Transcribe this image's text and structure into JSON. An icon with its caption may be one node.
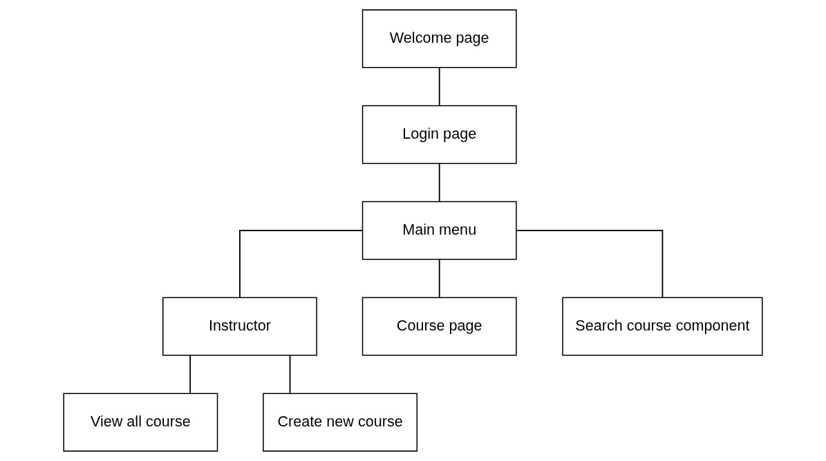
{
  "diagram": {
    "nodes": [
      {
        "text": [
          "Welcome page"
        ]
      },
      {
        "text": [
          "Login page"
        ]
      },
      {
        "text": [
          "Main menu"
        ]
      },
      {
        "text": [
          "Instructor"
        ]
      },
      {
        "text": [
          "Course page"
        ]
      },
      {
        "text": [
          "Search course component"
        ]
      },
      {
        "text": [
          "View all course"
        ]
      },
      {
        "text": [
          "Create new course"
        ]
      }
    ],
    "edges": [
      {
        "from": 0,
        "to": 1,
        "arrow": "none"
      },
      {
        "from": 1,
        "to": 2,
        "arrow": "none"
      },
      {
        "from": 2,
        "to": 3,
        "arrow": "none"
      },
      {
        "from": 2,
        "to": 4,
        "arrow": "none"
      },
      {
        "from": 2,
        "to": 5,
        "arrow": "none"
      },
      {
        "from": 3,
        "to": 6,
        "arrow": "none"
      },
      {
        "from": 3,
        "to": 7,
        "arrow": "none"
      }
    ]
  }
}
